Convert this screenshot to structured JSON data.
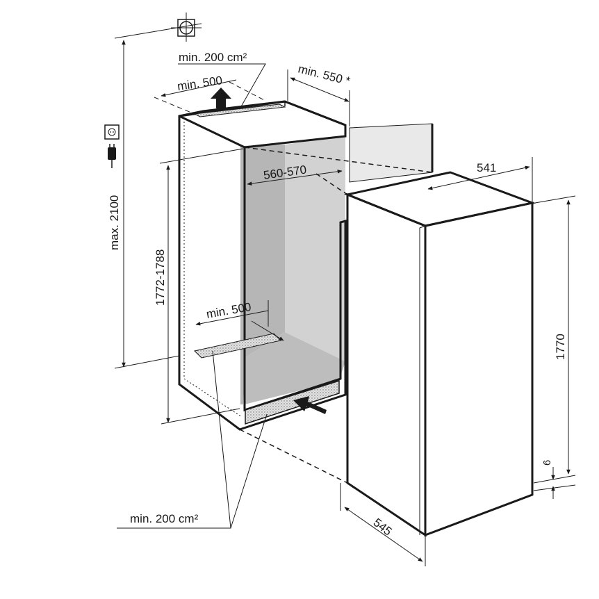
{
  "labels": {
    "top_vent_area": "min. 200 cm²",
    "top_vent_depth": "min. 500",
    "rear_clearance": "min. 550 *",
    "max_height": "max. 2100",
    "inner_width": "560-570",
    "niche_height": "1772-1788",
    "bottom_vent_depth": "min. 500",
    "bottom_vent_area": "min. 200 cm²",
    "appliance_width": "541",
    "appliance_height": "1770",
    "plinth_offset": "6",
    "appliance_depth": "545"
  },
  "icons": {
    "outlet": "power-socket-icon",
    "plug": "power-plug-icon",
    "reference": "crosshair-reference-icon"
  },
  "colors": {
    "line": "#1a1a1a",
    "niche_interior": "#c9c9c9",
    "niche_shade": "#b4b4b4",
    "door_panel": "#e9e9e9",
    "vent_fill": "#d9d9d9"
  }
}
